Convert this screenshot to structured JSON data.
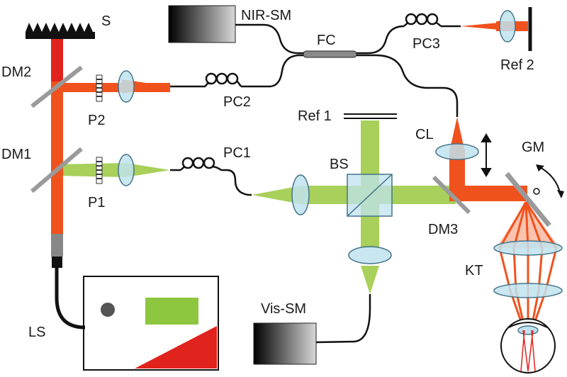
{
  "labels": {
    "s": "S",
    "nir_sm": "NIR-SM",
    "fc": "FC",
    "pc3": "PC3",
    "ref2": "Ref 2",
    "dm2": "DM2",
    "p2": "P2",
    "pc2": "PC2",
    "ref1": "Ref 1",
    "cl": "CL",
    "gm": "GM",
    "dm1": "DM1",
    "pc1": "PC1",
    "bs": "BS",
    "p1": "P1",
    "dm3": "DM3",
    "kt": "KT",
    "ls": "LS",
    "vis_sm": "Vis-SM"
  },
  "colors": {
    "nir_beam": "#f0521e",
    "vis_beam": "#a8d05a",
    "lens_fill": "#bfe3ef",
    "lens_stroke": "#44748a",
    "fiber": "#111111",
    "mirror": "#9a9a9a",
    "red_component": "#e0231c",
    "green_panel": "#8dc63f"
  }
}
